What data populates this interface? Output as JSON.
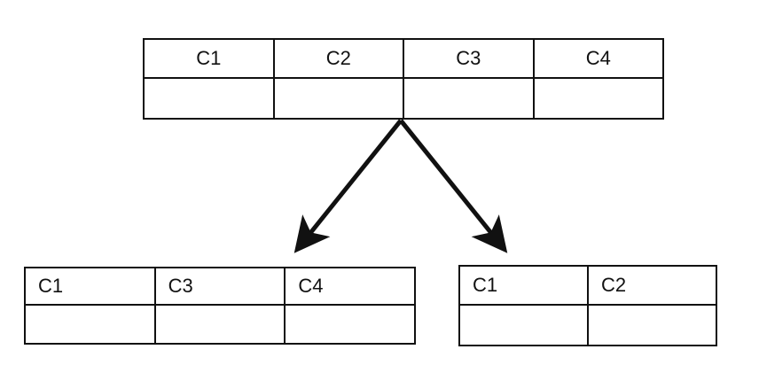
{
  "diagram": {
    "source_table": {
      "columns": [
        "C1",
        "C2",
        "C3",
        "C4"
      ]
    },
    "target_tables": [
      {
        "columns": [
          "C1",
          "C3",
          "C4"
        ]
      },
      {
        "columns": [
          "C1",
          "C2"
        ]
      }
    ]
  },
  "colors": {
    "line": "#111111",
    "background": "#ffffff"
  }
}
